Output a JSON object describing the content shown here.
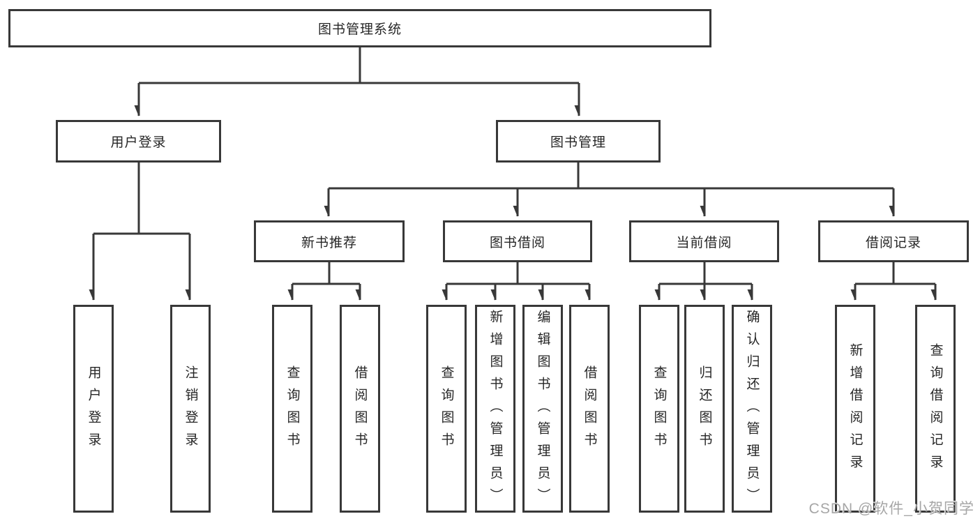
{
  "diagram_title": "图书管理系统",
  "tree": {
    "label": "图书管理系统",
    "children": [
      {
        "label": "用户登录",
        "children": [
          {
            "label": "用户登录"
          },
          {
            "label": "注销登录"
          }
        ]
      },
      {
        "label": "图书管理",
        "children": [
          {
            "label": "新书推荐",
            "children": [
              {
                "label": "查询图书"
              },
              {
                "label": "借阅图书"
              }
            ]
          },
          {
            "label": "图书借阅",
            "children": [
              {
                "label": "查询图书"
              },
              {
                "label": "新增图书（管理员）"
              },
              {
                "label": "编辑图书（管理员）"
              },
              {
                "label": "借阅图书"
              }
            ]
          },
          {
            "label": "当前借阅",
            "children": [
              {
                "label": "查询图书"
              },
              {
                "label": "归还图书"
              },
              {
                "label": "确认归还（管理员）"
              }
            ]
          },
          {
            "label": "借阅记录",
            "children": [
              {
                "label": "新增借阅记录"
              },
              {
                "label": "查询借阅记录"
              }
            ]
          }
        ]
      }
    ]
  },
  "watermark": {
    "text": "CSDN @软件_小贺同学"
  },
  "colors": {
    "line": "#383838",
    "box_border": "#383838",
    "box_fill": "#ffffff",
    "text": "#262626",
    "watermark": "#a6a6a6",
    "background": "#ffffff"
  }
}
